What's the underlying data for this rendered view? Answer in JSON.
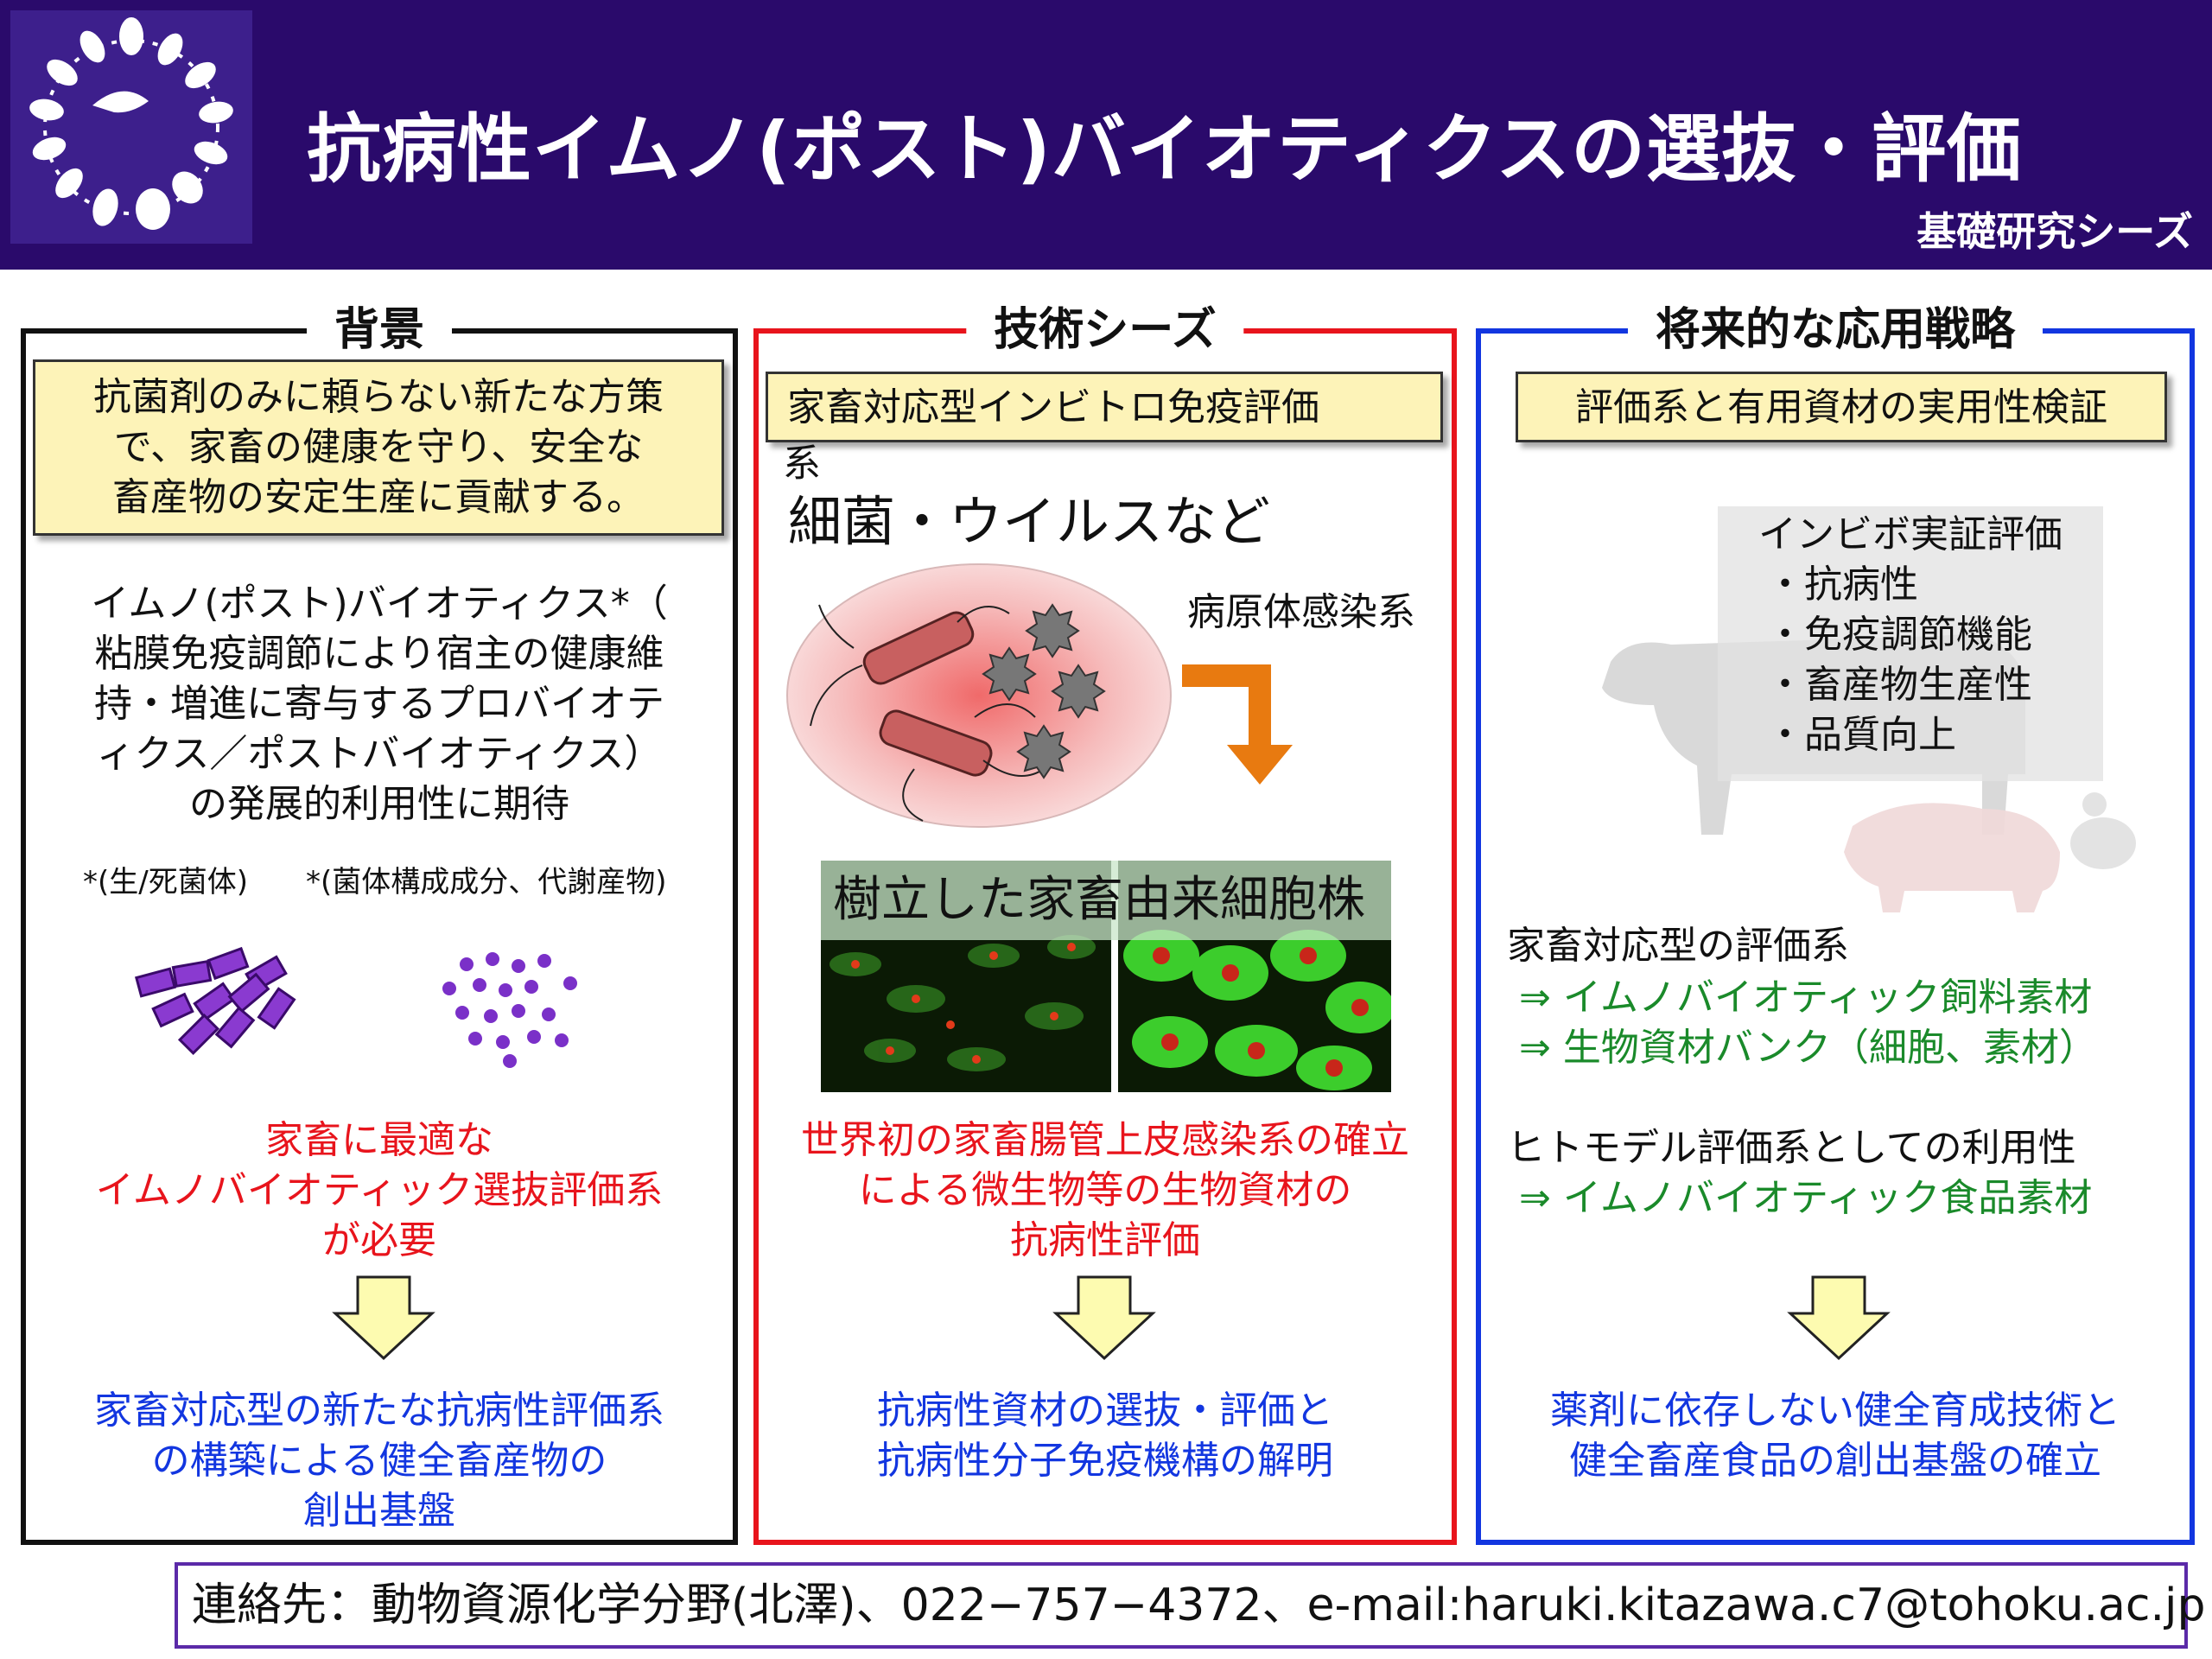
{
  "header": {
    "title": "抗病性イムノ(ポスト)バイオティクスの選抜・評価",
    "subtitle": "基礎研究シーズ"
  },
  "colors": {
    "header_bg": "#2a0a6b",
    "red": "#e8141c",
    "blue": "#1236e0",
    "green": "#1a8a2a",
    "yellow_box": "#fdf3b8"
  },
  "background_col": {
    "heading": "背景",
    "box_lines": [
      "抗菌剤のみに頼らない新たな方策",
      "で、家畜の健康を守り、安全な",
      "畜産物の安定生産に貢献する。"
    ],
    "desc_lines": [
      "イムノ(ポスト)バイオティクス*（",
      "粘膜免疫調節により宿主の健康維",
      "持・増進に寄与するプロバイオテ",
      "ィクス／ポストバイオティクス）",
      "の発展的利用性に期待"
    ],
    "note_1": "*(生/死菌体)",
    "note_2": "*(菌体構成成分、代謝産物)",
    "red_lines": [
      "家畜に最適な",
      "イムノバイオティック選抜評価系",
      "が必要"
    ],
    "blue_lines": [
      "家畜対応型の新たな抗病性評価系",
      "の構築による健全畜産物の",
      "創出基盤"
    ]
  },
  "tech_col": {
    "heading": "技術シーズ",
    "box_line_1": "家畜対応型インビトロ免疫評価",
    "box_line_2": "系",
    "bacteria_label": "細菌・ウイルスなど",
    "infection_label": "病原体感染系",
    "cell_line_label": "樹立した家畜由来細胞株",
    "red_lines": [
      "世界初の家畜腸管上皮感染系の確立",
      "による微生物等の生物資材の",
      "抗病性評価"
    ],
    "blue_lines": [
      "抗病性資材の選抜・評価と",
      "抗病性分子免疫機構の解明"
    ]
  },
  "future_col": {
    "heading": "将来的な応用戦略",
    "box_text": "評価系と有用資材の実用性検証",
    "invivo_title": "インビボ実証評価",
    "invivo_items": [
      "・抗病性",
      "・免疫調節機能",
      "・畜産物生産性",
      "・品質向上"
    ],
    "eval_title": "家畜対応型の評価系",
    "green_items": [
      "⇒ イムノバイオティック飼料素材",
      "⇒ 生物資材バンク（細胞、素材）"
    ],
    "human_title": "ヒトモデル評価系としての利用性",
    "green_item_3": "⇒ イムノバイオティック食品素材",
    "blue_lines": [
      "薬剤に依存しない健全育成技術と",
      "健全畜産食品の創出基盤の確立"
    ]
  },
  "contact": {
    "text": "連絡先：動物資源化学分野(北澤)、022−757−4372、e-mail:haruki.kitazawa.c7@tohoku.ac.jp"
  }
}
